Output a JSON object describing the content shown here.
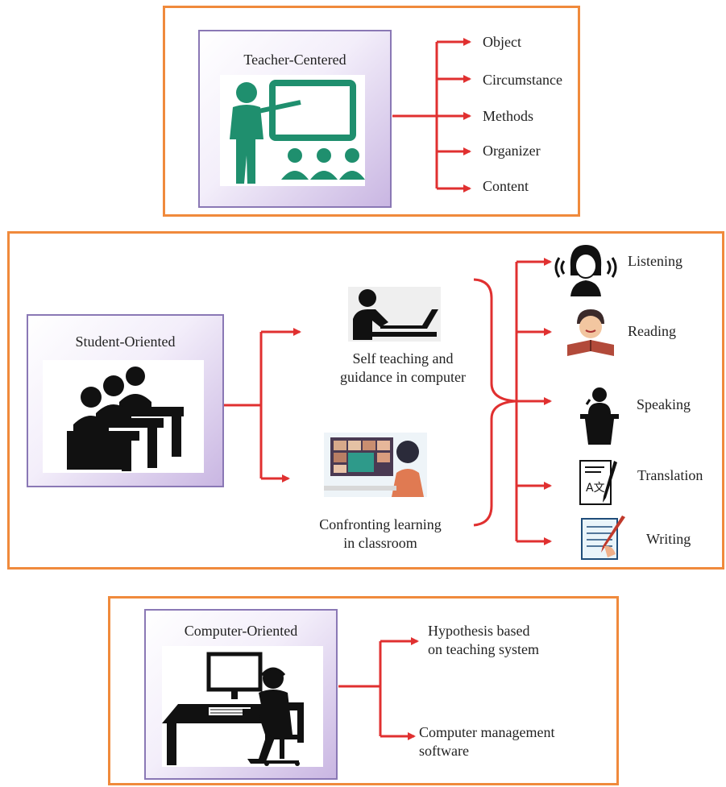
{
  "panel1": {
    "title": "Teacher-Centered",
    "items": [
      "Object",
      "Circumstance",
      "Methods",
      "Organizer",
      "Content"
    ]
  },
  "panel2": {
    "title": "Student-Oriented",
    "branch_top": "Self teaching and guidance in computer",
    "branch_top_lines": [
      "Self teaching and",
      "guidance in computer"
    ],
    "branch_bottom_lines": [
      "Confronting learning",
      "in classroom"
    ],
    "skills": [
      "Listening",
      "Reading",
      "Speaking",
      "Translation",
      "Writing"
    ]
  },
  "panel3": {
    "title": "Computer-Oriented",
    "item1_lines": [
      "Hypothesis based",
      "on teaching system"
    ],
    "item2_lines": [
      "Computer management",
      "software"
    ]
  },
  "colors": {
    "frame": "#f08a3c",
    "arrow": "#e03030",
    "icon_teal": "#1f8f6e"
  }
}
